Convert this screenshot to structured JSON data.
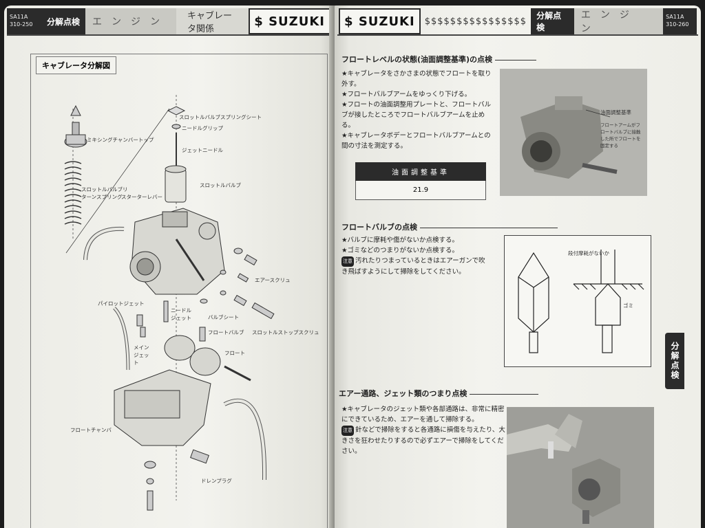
{
  "left_page": {
    "header": {
      "model": "SA11A\n310-250",
      "section": "分解点検",
      "category": "エンジン",
      "subsection": "キャブレータ関係",
      "brand": "SUZUKI"
    },
    "diagram": {
      "title": "キャブレータ分解図",
      "labels": {
        "throttle_spring_seat": "スロットルバルブスプリングシート",
        "needle_clip": "ニードルグリップ",
        "mixing_chamber_top": "ミキシングチャンバートップ",
        "jet_needle": "ジェットニードル",
        "throttle_return_spring": "スロットルバルブリターンスプリング",
        "throttle_valve": "スロットルバルブ",
        "starter_lever": "スターターレバー",
        "air_screw": "エアースクリュ",
        "pilot_jet": "パイロットジェット",
        "needle_jet": "ニードルジェット",
        "valve_seat": "バルブシート",
        "float_valve": "フロートバルブ",
        "throttle_stop_screw": "スロットルストップスクリュ",
        "main_jet": "メインジェット",
        "float": "フロート",
        "float_chamber": "フロートチャンバ",
        "drain_plug": "ドレンプラグ"
      }
    }
  },
  "right_page": {
    "header": {
      "brand": "SUZUKI",
      "dollars": "$$$$$$$$$$$$$$$$",
      "section": "分解点検",
      "category": "エンジン",
      "model": "SA11A\n310-260"
    },
    "float_level": {
      "heading": "フロートレベルの状態(油面調整基準)の点検",
      "steps": [
        "★キャブレータをさかさまの状態でフロートを取り外す。",
        "★フロートバルブアームをゆっくり下げる。",
        "★フロートの油面調整用プレートと、フロートバルブが接したところでフロートバルブアームを止める。",
        "★キャブレータボデーとフロートバルブアームとの間の寸法を測定する。"
      ],
      "spec_header": "油面調整基準",
      "spec_value": "21.9",
      "photo_labels": [
        "油面調整基準",
        "フロートアームがフロートバルブに接触した所でフロートを固定する"
      ]
    },
    "float_valve": {
      "heading": "フロートバルブの点検",
      "steps": [
        "★バルブに摩耗や傷がないか点検する。",
        "★ゴミなどのつまりがないか点検する。"
      ],
      "note_icon": "注意",
      "note": "汚れたりつまっているときはエアーガンで吹き飛ばすようにして掃除をしてください。",
      "figure_labels": [
        "段付摩耗がないか",
        "ゴミ"
      ]
    },
    "jets": {
      "heading": "エアー通路、ジェット類のつまり点検",
      "steps": [
        "★キャブレータのジェット類や各部通路は、非常に精密にできているため、エアーを通して掃除する。"
      ],
      "note_icon": "注意",
      "note": "針などで掃除をすると各通路に損傷を与えたり、大きさを狂わせたりするので必ずエアーで掃除をしてください。"
    },
    "side_tab": "分解点検"
  }
}
